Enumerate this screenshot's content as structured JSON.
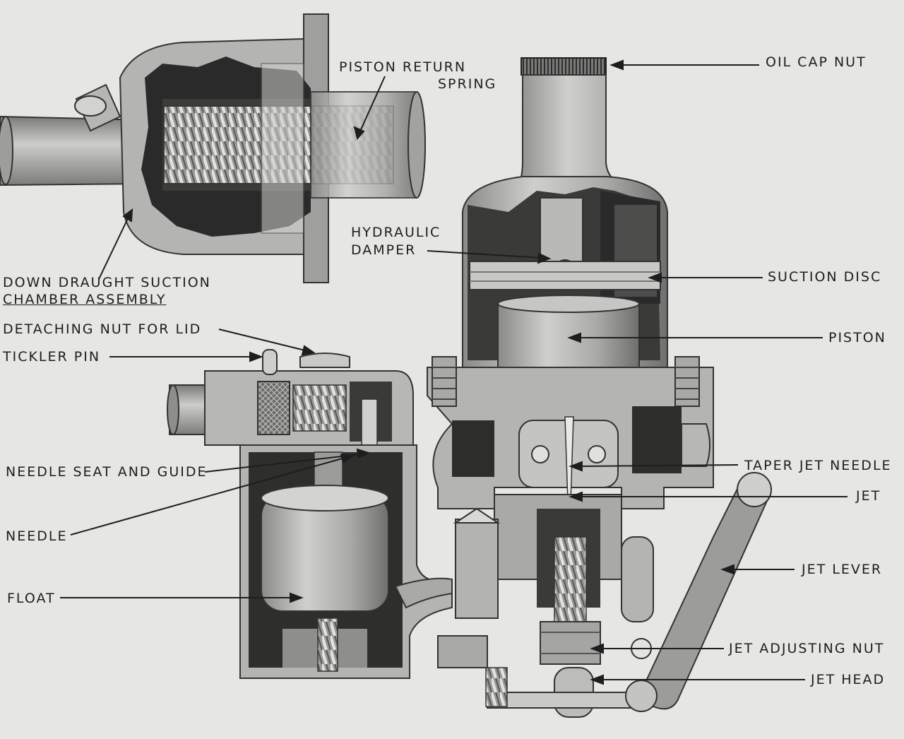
{
  "labels": {
    "piston_return_spring_line1": "PISTON RETURN",
    "piston_return_spring_line2": "SPRING",
    "oil_cap_nut": "OIL CAP NUT",
    "hydraulic_damper_line1": "HYDRAULIC",
    "hydraulic_damper_line2": "DAMPER",
    "suction_disc": "SUCTION DISC",
    "down_draught_line1": "DOWN DRAUGHT SUCTION",
    "down_draught_line2": "CHAMBER ASSEMBLY",
    "detaching_nut": "DETACHING NUT FOR LID",
    "piston": "PISTON",
    "tickler_pin": "TICKLER PIN",
    "needle_seat_and_guide": "NEEDLE SEAT AND GUIDE",
    "taper_jet_needle": "TAPER JET NEEDLE",
    "jet": "JET",
    "needle": "NEEDLE",
    "jet_lever": "JET LEVER",
    "float": "FLOAT",
    "jet_adjusting_nut": "JET ADJUSTING NUT",
    "jet_head": "JET HEAD"
  },
  "colors": {
    "paper": "#e6e6e4",
    "metal_light": "#b9b9b7",
    "metal_mid": "#8e8e8c",
    "metal_dark": "#5a5a58",
    "cavity_dark": "#2a2a2a",
    "ink": "#1e1e1e"
  }
}
